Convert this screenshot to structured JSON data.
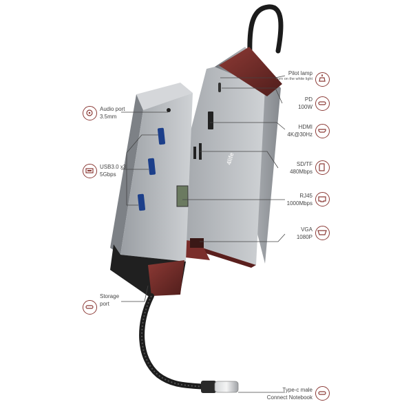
{
  "brand_logo": "4life",
  "right_labels": [
    {
      "title": "Pilot lamp",
      "sub": "Turn on the white light",
      "icon": "lamp-icon"
    },
    {
      "title": "PD",
      "sub": "100W",
      "icon": "type-c-port-icon"
    },
    {
      "title": "HDMI",
      "sub": "4K@30Hz",
      "icon": "hdmi-port-icon"
    },
    {
      "title": "SD/TF",
      "sub": "480Mbps",
      "icon": "sd-card-icon"
    },
    {
      "title": "RJ45",
      "sub": "1000Mbps",
      "icon": "ethernet-port-icon"
    },
    {
      "title": "VGA",
      "sub": "1080P",
      "icon": "vga-port-icon"
    },
    {
      "title": "Type-c male",
      "sub": "Connect Notebook",
      "icon": "type-c-port-icon"
    }
  ],
  "left_labels": [
    {
      "title": "Audio port",
      "sub": "3.5mm",
      "icon": "audio-jack-icon"
    },
    {
      "title": "USB3.0 x3",
      "sub": "5Gbps",
      "icon": "usb-port-icon"
    },
    {
      "title": "Storage",
      "sub": "port",
      "icon": "storage-port-icon"
    }
  ],
  "colors": {
    "accent": "#8b3a36",
    "body": "#8e9297",
    "cap": "#6e2a28"
  }
}
